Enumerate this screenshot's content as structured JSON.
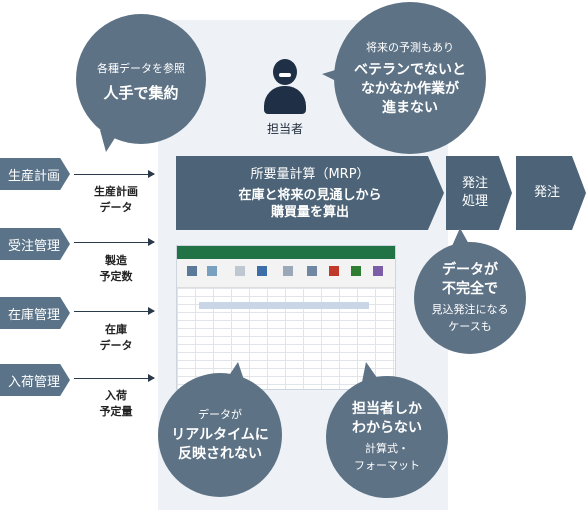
{
  "bubbles": {
    "top_left": {
      "small": "各種データを参照",
      "big": "人手で集約"
    },
    "top_right": {
      "small": "将来の予測もあり",
      "big1": "ベテランでないと",
      "big2": "なかなか作業が",
      "big3": "進まない"
    },
    "mid_right": {
      "big1": "データが",
      "big2": "不完全で",
      "small1": "見込発注になる",
      "small2": "ケースも"
    },
    "bottom_left": {
      "small": "データが",
      "big1": "リアルタイムに",
      "big2": "反映されない"
    },
    "bottom_right": {
      "big1": "担当者しか",
      "big2": "わからない",
      "small1": "計算式・",
      "small2": "フォーマット"
    }
  },
  "person": {
    "label": "担当者"
  },
  "inputs": [
    {
      "tag": "生産計画",
      "label1": "生産計画",
      "label2": "データ"
    },
    {
      "tag": "受注管理",
      "label1": "製造",
      "label2": "予定数"
    },
    {
      "tag": "在庫管理",
      "label1": "在庫",
      "label2": "データ"
    },
    {
      "tag": "入荷管理",
      "label1": "入荷",
      "label2": "予定量"
    }
  ],
  "mrp": {
    "title": "所要量計算（MRP）",
    "line1": "在庫と将来の見通しから",
    "line2": "購買量を算出"
  },
  "order_process": {
    "line1": "発注",
    "line2": "処理"
  },
  "order": {
    "label": "発注"
  },
  "colors": {
    "bubble": "#5d7285",
    "arrow_box": "#4d6478",
    "tag": "#5a7388",
    "person": "#1f2f45",
    "panel": "#eef2f6"
  }
}
